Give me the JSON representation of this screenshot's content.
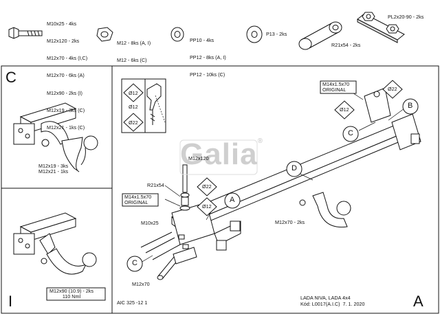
{
  "parts": {
    "bolt": [
      "M10x25 - 4ks",
      "M12x120 - 2ks",
      "M12x70 - 4ks (I,C)",
      "M12x70 - 6ks (A)",
      "M12x90 - 2ks (I)",
      "M12x19 - 3ks (C)",
      "M12x21 - 1ks (C)"
    ],
    "nut": [
      "M12 - 8ks (A, I)",
      "M12 - 6ks (C)"
    ],
    "washer": [
      "PP10 - 4ks",
      "PP12 - 8ks (A, I)",
      "PP12 - 10ks (C)"
    ],
    "ring": "P13 - 2ks",
    "sleeve": "R21x54 - 2ks",
    "plate": "PL2x20-90 - 2ks"
  },
  "panel_c": {
    "letter": "C",
    "bolts": "M12x19 - 3ks\nM12x21 - 1ks"
  },
  "panel_i": {
    "letter": "I",
    "bolts": "M12x90 (10.9) - 2ks\n110 Nml"
  },
  "drill": {
    "d1": "Ø12",
    "d2": "Ø12",
    "d3": "Ø22"
  },
  "logo": {
    "text": "Galia",
    "mark": "®"
  },
  "main": {
    "callout_a": "A",
    "callout_b": "B",
    "callout_c1": "C",
    "callout_c2": "C",
    "callout_d": "D",
    "m14_right": "M14x1.5x70\nORIGINAL",
    "m14_left": "M14x1.5x70\nORIGINAL",
    "m12x120": "M12x120",
    "r21x54": "R21x54",
    "d22_left": "Ø22",
    "d12_left": "Ø12",
    "d22_right": "Ø22",
    "d12_right": "Ø12",
    "m10x25": "M10x25",
    "m12x70_bottom": "M12x70",
    "m12x70_hitch": "M12x70 - 2ks"
  },
  "footer": {
    "code": "AIC 325 -12 1",
    "model": "LADA NIVA, LADA 4x4",
    "kod": "Kód: L0017(A.I.C)  7. 1. 2020",
    "letter": "A"
  }
}
